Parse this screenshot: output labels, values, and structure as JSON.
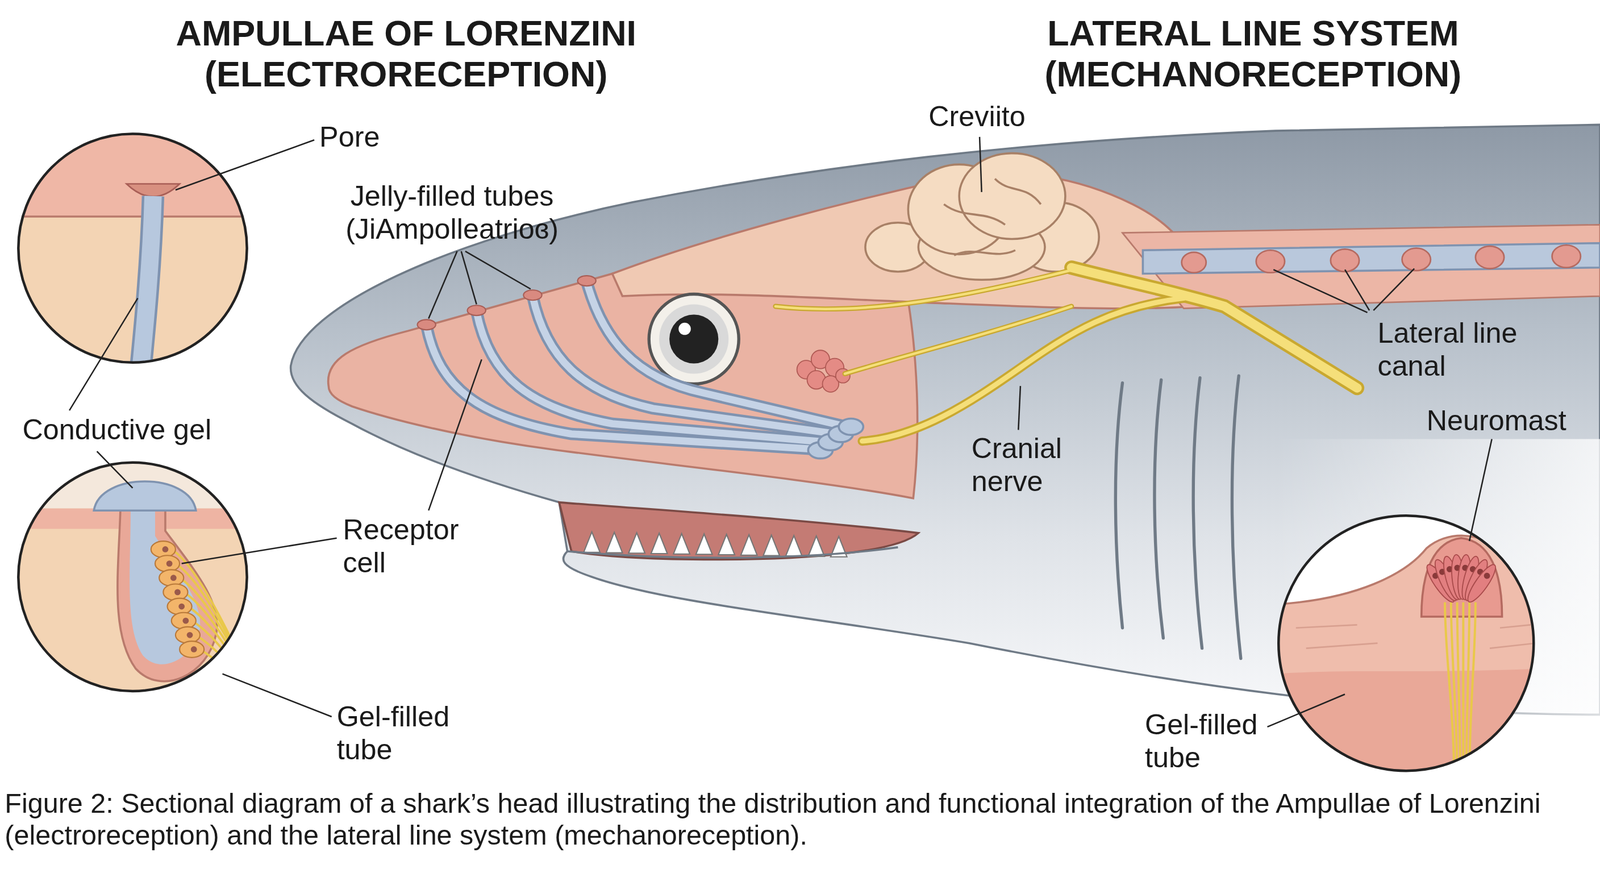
{
  "diagram": {
    "caption": "Figure 2: Sectional diagram of a shark’s head illustrating the distribution and functional integration of the Ampullae of Lorenzini (electroreception) and the lateral line system (mechanoreception).",
    "labels": [
      "AMPULLAE OF LORENZINI (ELECTRORECEPTION)",
      "LATERAL LINE SYSTEM (MECHANORECEPTION)",
      "Pore",
      "Jelly-filled tubes (JiAmpolleatrioɞ)",
      "Conductive gel",
      "Receptor cell",
      "Gel-filled tube",
      "Creviito",
      "Cranial nerve",
      "Lateral line canal",
      "Neuromast",
      "Gel-filled tube"
    ]
  }
}
